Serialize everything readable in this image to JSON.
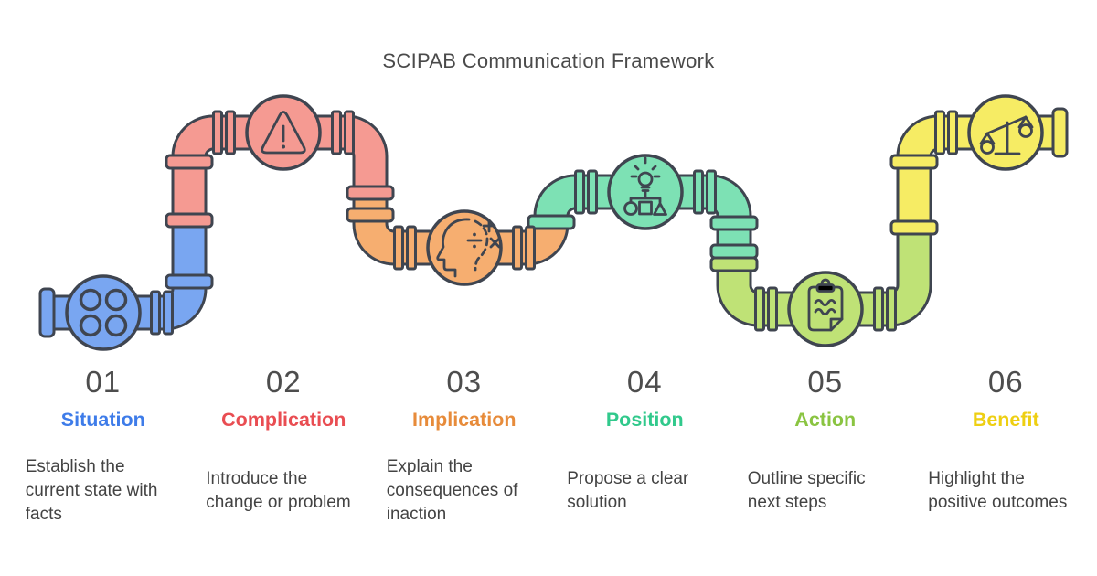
{
  "title": "SCIPAB Communication Framework",
  "steps": [
    {
      "number": "01",
      "label": "Situation",
      "description": "Establish the current state with facts",
      "label_color": "#3e7ce9",
      "pipe_color": "#79a6f1",
      "icon": "valve-icon"
    },
    {
      "number": "02",
      "label": "Complication",
      "description": "Introduce the change or problem",
      "label_color": "#e94d52",
      "pipe_color": "#f59a92",
      "icon": "warning-icon"
    },
    {
      "number": "03",
      "label": "Implication",
      "description": "Explain the consequences of inaction",
      "label_color": "#e78b3a",
      "pipe_color": "#f6ae70",
      "icon": "thinking-head-icon"
    },
    {
      "number": "04",
      "label": "Position",
      "description": "Propose a clear solution",
      "label_color": "#31c98c",
      "pipe_color": "#7de1b4",
      "icon": "idea-flowchart-icon"
    },
    {
      "number": "05",
      "label": "Action",
      "description": "Outline specific next steps",
      "label_color": "#8ac441",
      "pipe_color": "#bfe276",
      "icon": "clipboard-icon"
    },
    {
      "number": "06",
      "label": "Benefit",
      "description": "Highlight the positive outcomes",
      "label_color": "#eecf12",
      "pipe_color": "#f6ec64",
      "icon": "scales-icon"
    }
  ],
  "colors": {
    "outline": "#3f4550",
    "number": "#4d4d4d",
    "description": "#434343",
    "title": "#4a4a4a",
    "background": "#ffffff"
  }
}
